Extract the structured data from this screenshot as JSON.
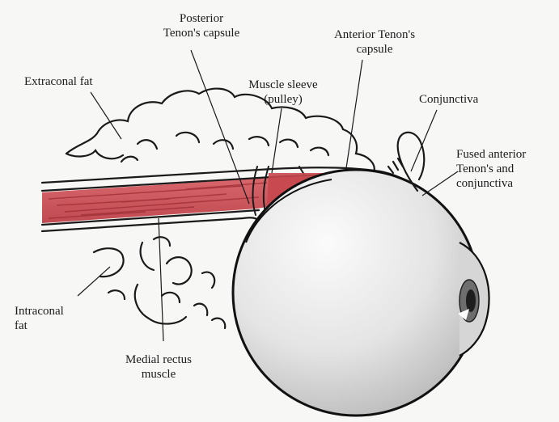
{
  "labels": {
    "posterior_tenon": "Posterior\nTenon's capsule",
    "anterior_tenon": "Anterior Tenon's\ncapsule",
    "extraconal_fat": "Extraconal fat",
    "muscle_sleeve": "Muscle sleeve\n(pulley)",
    "conjunctiva": "Conjunctiva",
    "fused_anterior": "Fused anterior\nTenon's and\nconjunctiva",
    "intraconal_fat": "Intraconal\nfat",
    "medial_rectus": "Medial rectus\nmuscle"
  },
  "colors": {
    "muscle": "#cf5b61",
    "muscle_dark": "#a8373e",
    "sleeve": "#c44a50",
    "globe_light": "#f1f1f1",
    "globe_shade": "#bdbdbd",
    "line": "#1a1a1a",
    "background": "#f7f7f6"
  }
}
